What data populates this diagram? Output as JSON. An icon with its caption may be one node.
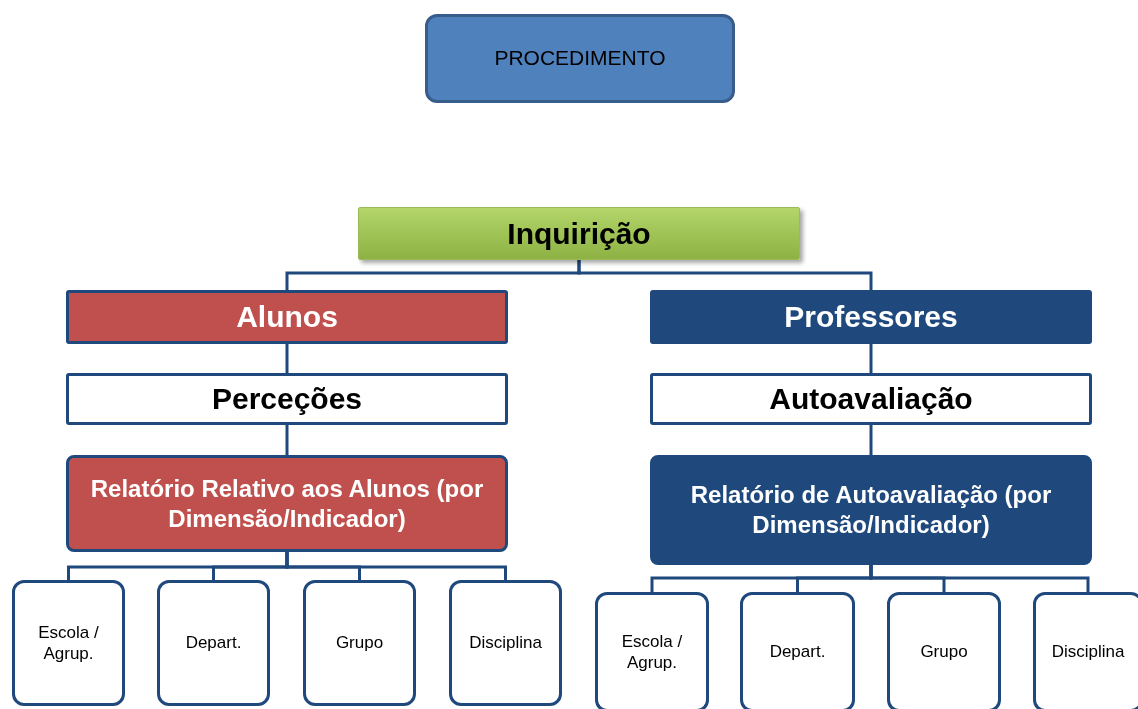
{
  "diagram": {
    "nodes": [
      {
        "text": [
          "PROCEDIMENTO"
        ]
      },
      {
        "text": [
          "Inquirição"
        ]
      },
      {
        "text": [
          "Alunos"
        ]
      },
      {
        "text": [
          "Professores"
        ]
      },
      {
        "text": [
          "Perceções"
        ]
      },
      {
        "text": [
          "Autoavaliação"
        ]
      },
      {
        "text": [
          "Relatório Relativo aos Alunos (por Dimensão/Indicador)"
        ]
      },
      {
        "text": [
          "Relatório de Autoavaliação (por Dimensão/Indicador)"
        ]
      },
      {
        "text": [
          "Escola / Agrup."
        ]
      },
      {
        "text": [
          "Depart."
        ]
      },
      {
        "text": [
          "Grupo"
        ]
      },
      {
        "text": [
          "Disciplina"
        ]
      },
      {
        "text": [
          "Escola / Agrup."
        ]
      },
      {
        "text": [
          "Depart."
        ]
      },
      {
        "text": [
          "Grupo"
        ]
      },
      {
        "text": [
          "Disciplina"
        ]
      }
    ],
    "edges": [
      {
        "from": 1,
        "to": 2,
        "arrow": "none"
      },
      {
        "from": 1,
        "to": 3,
        "arrow": "none"
      },
      {
        "from": 2,
        "to": 4,
        "arrow": "none"
      },
      {
        "from": 4,
        "to": 6,
        "arrow": "none"
      },
      {
        "from": 3,
        "to": 5,
        "arrow": "none"
      },
      {
        "from": 5,
        "to": 7,
        "arrow": "none"
      },
      {
        "from": 6,
        "to": 8,
        "arrow": "none"
      },
      {
        "from": 6,
        "to": 9,
        "arrow": "none"
      },
      {
        "from": 6,
        "to": 10,
        "arrow": "none"
      },
      {
        "from": 6,
        "to": 11,
        "arrow": "none"
      },
      {
        "from": 7,
        "to": 12,
        "arrow": "none"
      },
      {
        "from": 7,
        "to": 13,
        "arrow": "none"
      },
      {
        "from": 7,
        "to": 14,
        "arrow": "none"
      },
      {
        "from": 7,
        "to": 15,
        "arrow": "none"
      }
    ]
  }
}
